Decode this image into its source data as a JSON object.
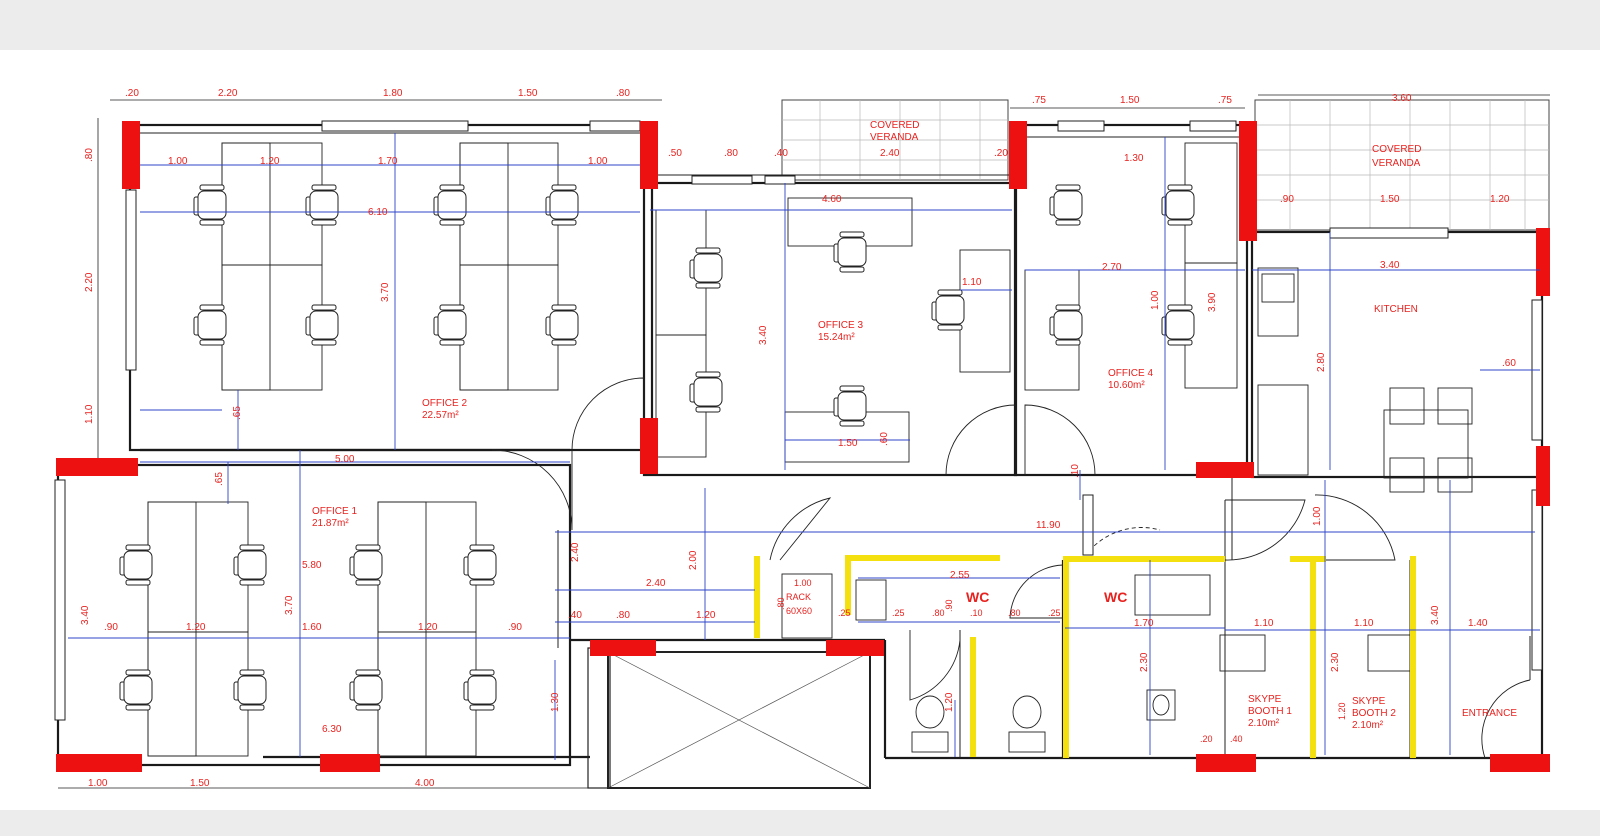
{
  "rooms": {
    "office1": {
      "name": "OFFICE 1",
      "area": "21.87m²"
    },
    "office2": {
      "name": "OFFICE 2",
      "area": "22.57m²"
    },
    "office3": {
      "name": "OFFICE 3",
      "area": "15.24m²"
    },
    "office4": {
      "name": "OFFICE 4",
      "area": "10.60m²"
    },
    "kitchen": {
      "name": "KITCHEN"
    },
    "veranda1": {
      "line1": "COVERED",
      "line2": "VERANDA"
    },
    "veranda2": {
      "line1": "COVERED",
      "line2": "VERANDA"
    },
    "wc1": {
      "name": "WC"
    },
    "wc2": {
      "name": "WC"
    },
    "booth1": {
      "line1": "SKYPE",
      "line2": "BOOTH 1",
      "area": "2.10m²"
    },
    "booth2": {
      "line1": "SKYPE",
      "line2": "BOOTH 2",
      "area": "2.10m²"
    },
    "entrance": {
      "name": "ENTRANCE"
    },
    "rack": {
      "line1": "1.00",
      "line2": "RACK",
      "line3": "60X60"
    }
  },
  "dims": {
    "top_left": [
      ".20",
      "2.20",
      "1.80",
      "1.50",
      ".80"
    ],
    "top_mid": [
      ".50",
      ".80",
      ".40",
      "2.40",
      ".20"
    ],
    "top_o4": [
      ".75",
      "1.50",
      ".75"
    ],
    "top_right": "3.60",
    "left_side": [
      ".80",
      "2.20",
      "1.10",
      "3.40"
    ],
    "bottom": [
      "1.00",
      "1.50",
      "4.00"
    ],
    "office2_inner": [
      "1.00",
      "1.20",
      "1.70",
      "1.00",
      "6.10",
      "3.70",
      ".65"
    ],
    "office1_inner": [
      "5.00",
      ".65",
      "5.80",
      "3.70",
      ".90",
      "1.20",
      "1.60",
      "1.20",
      ".90",
      "6.30"
    ],
    "office3_inner": [
      "4.60",
      "3.40",
      "1.10",
      "1.50",
      ".60"
    ],
    "office4_inner": [
      "1.30",
      "2.70",
      "1.00",
      "3.90"
    ],
    "veranda2_inner": [
      ".90",
      "1.50",
      "1.20"
    ],
    "kitchen_inner": [
      "3.40",
      "2.80",
      ".60"
    ],
    "corridor": [
      "11.90",
      ".10",
      "2.40",
      "2.00",
      "2.40",
      "1.30",
      ".40",
      ".80",
      "1.20"
    ],
    "wc_area": [
      "2.55",
      ".25",
      ".25",
      ".80",
      ".90",
      ".10",
      ".80",
      ".25",
      ".80",
      "1.70",
      "2.30",
      "1.20",
      ".20",
      ".40",
      "1.20"
    ],
    "booths": [
      "1.00",
      "1.10",
      "1.10",
      "2.30",
      "3.40",
      "1.40"
    ]
  }
}
